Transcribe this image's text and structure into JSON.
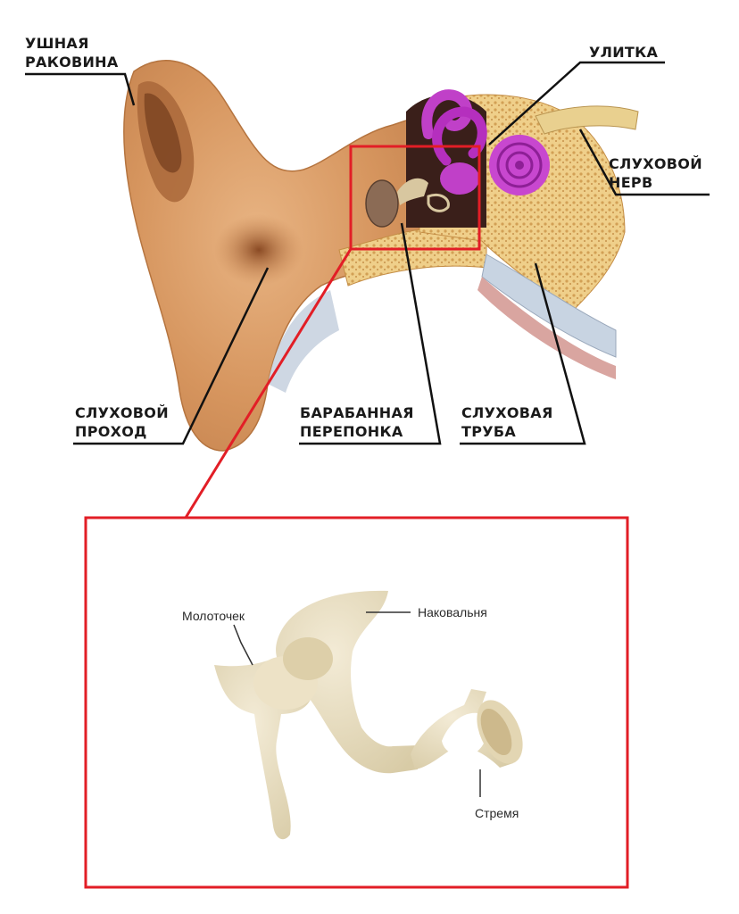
{
  "labels": {
    "auricle": [
      "УШНАЯ",
      "РАКОВИНА"
    ],
    "cochlea": "УЛИТКА",
    "auditory_nerve": [
      "СЛУХОВОЙ",
      "НЕРВ"
    ],
    "ear_canal": [
      "СЛУХОВОЙ",
      "ПРОХОД"
    ],
    "eardrum": [
      "БАРАБАННАЯ",
      "ПЕРЕПОНКА"
    ],
    "eustachian_tube": [
      "СЛУХОВАЯ",
      "ТРУБА"
    ]
  },
  "inset_labels": {
    "malleus": "Молоточек",
    "incus": "Наковальня",
    "stapes": "Стремя"
  },
  "colors": {
    "skin": "#d9a070",
    "skin_dark": "#a86a3a",
    "bone": "#e8c98a",
    "cochlea": "#c040c8",
    "highlight_red": "#e21e26",
    "ossicle": "#e6dcc0"
  }
}
